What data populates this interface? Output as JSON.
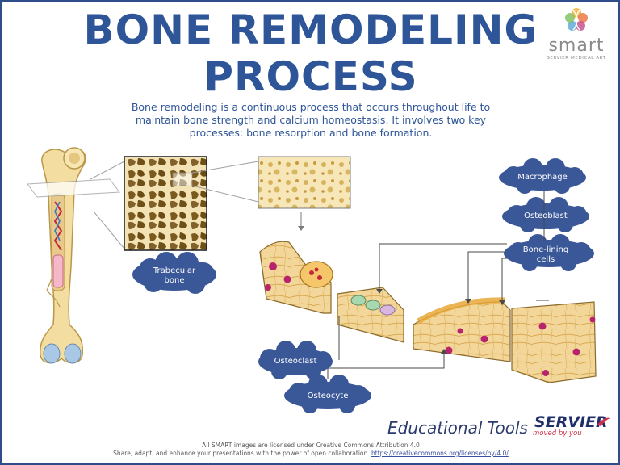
{
  "title": "BONE REMODELING PROCESS",
  "intro": "Bone remodeling is a continuous process that occurs throughout life to maintain bone strength and calcium homeostasis. It involves two key processes: bone resorption and bone formation.",
  "logo": {
    "word": "smart",
    "sub": "SERVIER MEDICAL ART"
  },
  "labels": {
    "trabecular": "Trabecular bone",
    "macrophage": "Macrophage",
    "osteoblast": "Osteoblast",
    "bone_lining": "Bone-lining cells",
    "osteoclast": "Osteoclast",
    "osteocyte": "Osteocyte"
  },
  "branding": {
    "educational": "Educational Tools",
    "servier": "SERVIER",
    "tagline": "moved by you"
  },
  "footer": {
    "line1": "All SMART images are licensed under Creative Commons Attribution 4.0",
    "line2": "Share, adapt, and enhance your presentations with the power of open collaboration.",
    "link": "https://creativecommons.org/licenses/by/4.0/"
  },
  "colors": {
    "title": "#2e5597",
    "cloud": "#3a5797",
    "bone": "#f3dda0",
    "cell": "#b8246b"
  }
}
